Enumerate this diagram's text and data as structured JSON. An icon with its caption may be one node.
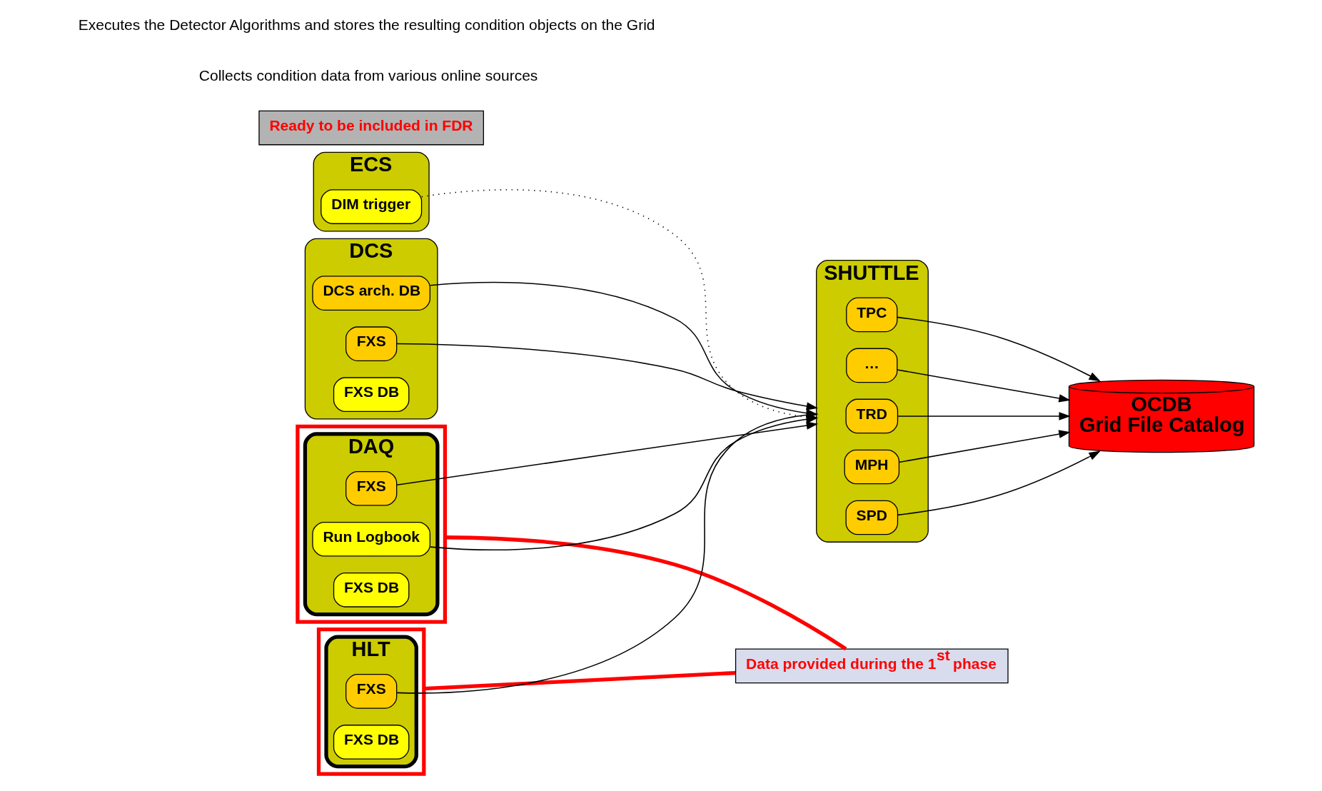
{
  "diagram": {
    "nodes": [
      {
        "text": [
          "ECS"
        ]
      },
      {
        "text": [
          "DIM trigger"
        ],
        "in": 0
      },
      {
        "text": [],
        "shape": "box"
      },
      {
        "text": [
          "DAQ"
        ],
        "in": 2
      },
      {
        "text": [
          "Run Logbook"
        ],
        "in": 3
      },
      {
        "text": [
          "FXS"
        ],
        "in": 3
      },
      {
        "text": [
          "FXS DB"
        ],
        "in": 3
      },
      {
        "text": [
          "DCS"
        ]
      },
      {
        "text": [
          "DCS arch. DB"
        ],
        "in": 7
      },
      {
        "text": [
          "FXS"
        ],
        "in": 7
      },
      {
        "text": [
          "FXS DB"
        ],
        "in": 7
      },
      {
        "text": [],
        "shape": "box"
      },
      {
        "text": [
          "HLT"
        ],
        "in": 11
      },
      {
        "text": [
          "FXS"
        ],
        "in": 12
      },
      {
        "text": [
          "FXS DB"
        ],
        "in": 12
      },
      {
        "text": [
          "Data provided during the 1$^{st}$ phase"
        ]
      },
      {
        "text": [
          "SHUTTLE"
        ]
      },
      {
        "text": [
          "TRD"
        ],
        "in": 16
      },
      {
        "text": [
          "MPH"
        ],
        "in": 16
      },
      {
        "text": [
          "SPD"
        ],
        "in": 16
      },
      {
        "text": [
          "TPC"
        ],
        "in": 16
      },
      {
        "text": [
          "…"
        ],
        "in": 16
      },
      {
        "text": [
          "OCDB",
          "Grid File Catalog"
        ]
      },
      {
        "text": [
          "Ready to be included in FDR"
        ]
      }
    ],
    "edges": [
      {
        "from": 1,
        "to": 16,
        "arrow": "to",
        "style": "dashed"
      },
      {
        "from": 4,
        "to": 16,
        "arrow": "to"
      },
      {
        "from": 5,
        "to": 16,
        "arrow": "to"
      },
      {
        "from": 8,
        "to": 16,
        "arrow": "to"
      },
      {
        "from": 9,
        "to": 16,
        "arrow": "to"
      },
      {
        "from": 13,
        "to": 16,
        "arrow": "to"
      },
      {
        "from": 2,
        "to": 15,
        "arrow": "none",
        "style": "thick",
        "color": "#ff0000"
      },
      {
        "from": 11,
        "to": 15,
        "arrow": "none",
        "style": "thick",
        "color": "#ff0000"
      },
      {
        "from": 17,
        "to": 22,
        "arrow": "to"
      },
      {
        "from": 18,
        "to": 22,
        "arrow": "to"
      },
      {
        "from": 19,
        "to": 22,
        "arrow": "to"
      },
      {
        "from": 20,
        "to": 22,
        "arrow": "to"
      },
      {
        "from": 21,
        "to": 22,
        "arrow": "to"
      }
    ],
    "labels": [
      "Collects condition data from various online sources",
      "Executes the Detector Algorithms and stores the resulting condition objects on the Grid"
    ]
  }
}
